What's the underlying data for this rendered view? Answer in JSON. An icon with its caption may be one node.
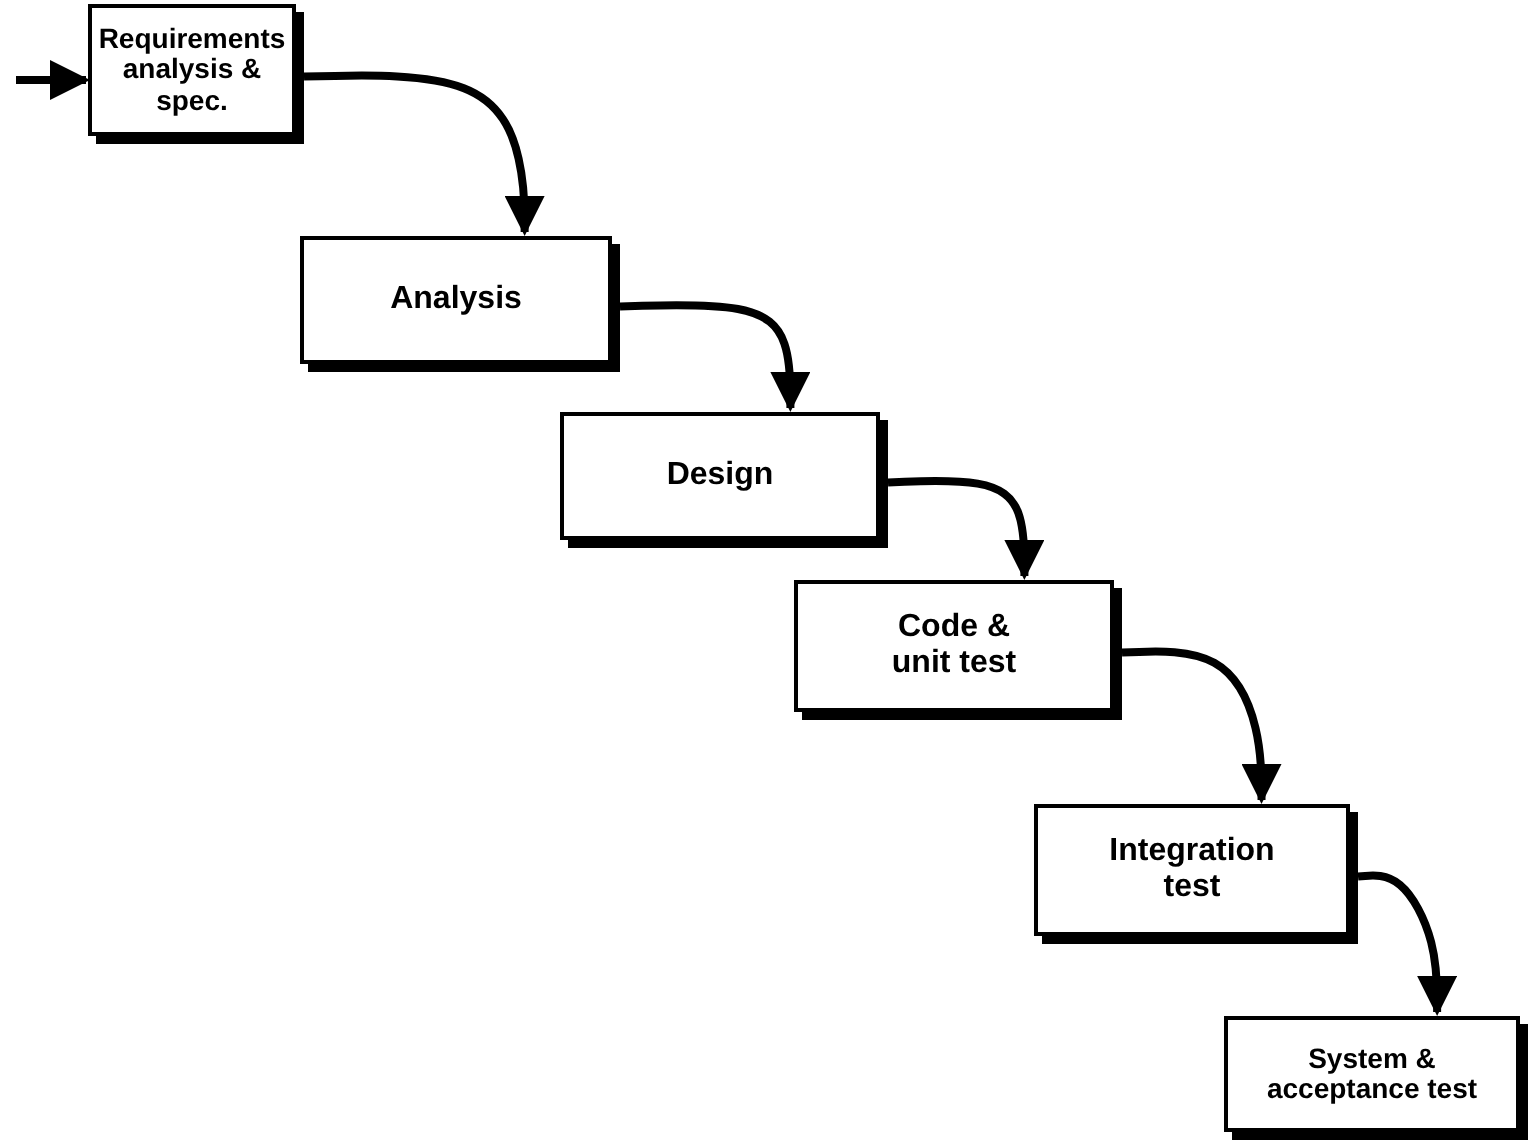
{
  "diagram": {
    "nodes": [
      {
        "text": [
          "Requirements analysis & spec."
        ]
      },
      {
        "text": [
          "Analysis"
        ]
      },
      {
        "text": [
          "Design"
        ]
      },
      {
        "text": [
          "Code & unit test"
        ]
      },
      {
        "text": [
          "Integration test"
        ]
      },
      {
        "text": [
          "System & acceptance test"
        ]
      }
    ],
    "edges": [
      {
        "from": null,
        "to": 0,
        "arrow": "to"
      },
      {
        "from": 0,
        "to": 1,
        "arrow": "to"
      },
      {
        "from": 1,
        "to": 2,
        "arrow": "to"
      },
      {
        "from": 2,
        "to": 3,
        "arrow": "to"
      },
      {
        "from": 3,
        "to": 4,
        "arrow": "to"
      },
      {
        "from": 4,
        "to": 5,
        "arrow": "to"
      }
    ]
  }
}
